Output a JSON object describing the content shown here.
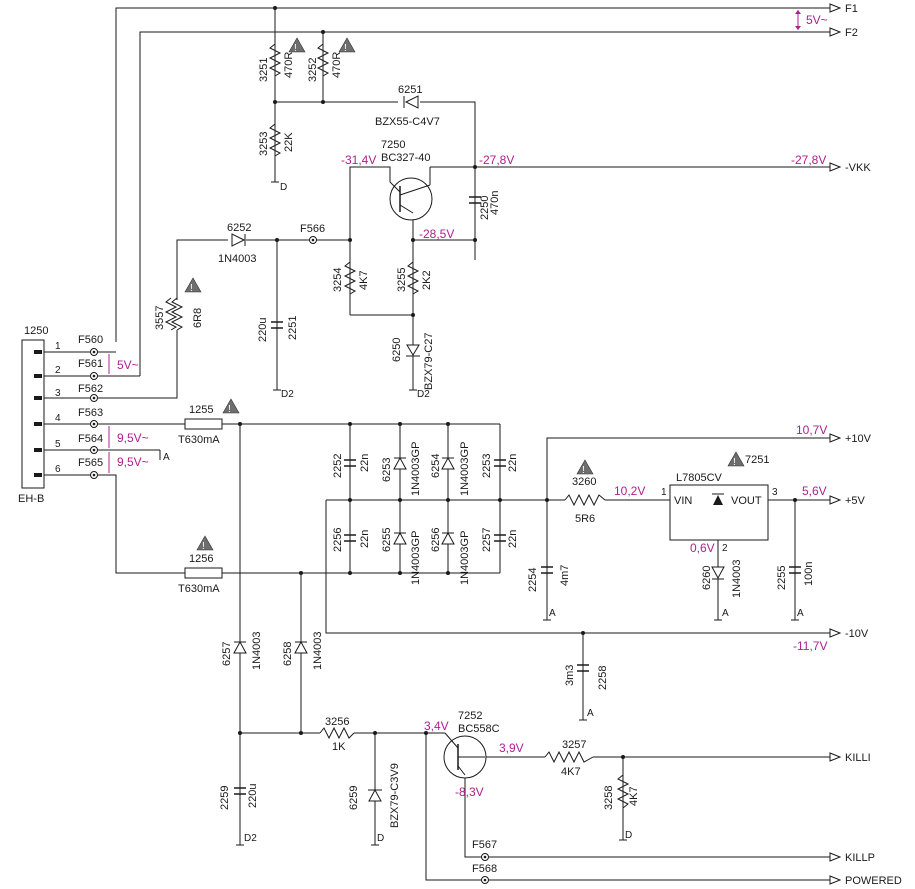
{
  "connector": {
    "ref": "1250",
    "type": "EH-B",
    "pins": [
      "1",
      "2",
      "3",
      "4",
      "5",
      "6"
    ]
  },
  "nets": {
    "f1": "F1",
    "f2": "F2",
    "vkk": "-VKK",
    "p10": "+10V",
    "p5": "+5V",
    "m10": "-10V",
    "killi": "KILLI",
    "killp": "KILLP",
    "powered": "POWERED"
  },
  "testpoints": [
    "F560",
    "F561",
    "F562",
    "F563",
    "F564",
    "F565",
    "F566",
    "F567",
    "F568"
  ],
  "voltages": {
    "v5ac": "5V~",
    "v5ac_b": "5V~",
    "v95a": "9,5V~",
    "v95b": "9,5V~",
    "m314": "-31,4V",
    "m278a": "-27,8V",
    "m278b": "-27,8V",
    "m285": "-28,5V",
    "p107": "10,7V",
    "p102": "10,2V",
    "p56": "5,6V",
    "p06": "0,6V",
    "m117": "-11,7V",
    "p34": "3,4V",
    "p39": "3,9V",
    "m83": "-8,3V"
  },
  "grounds": {
    "d": "D",
    "d2": "D2",
    "a": "A"
  },
  "components": {
    "r3251": {
      "ref": "3251",
      "val": "470R"
    },
    "r3252": {
      "ref": "3252",
      "val": "470R"
    },
    "r3253": {
      "ref": "3253",
      "val": "22K"
    },
    "d6251": {
      "ref": "6251",
      "val": "BZX55-C4V7"
    },
    "q7250": {
      "ref": "7250",
      "val": "BC327-40"
    },
    "c2250": {
      "ref": "2250",
      "val": "470n"
    },
    "d6252": {
      "ref": "6252",
      "val": "1N4003"
    },
    "r3557": {
      "ref": "3557",
      "val": "6R8"
    },
    "c2251": {
      "ref": "2251",
      "val": "220u"
    },
    "r3254": {
      "ref": "3254",
      "val": "4K7"
    },
    "r3255": {
      "ref": "3255",
      "val": "2K2"
    },
    "d6250": {
      "ref": "6250",
      "val": "BZX79-C27"
    },
    "f1255": {
      "ref": "1255",
      "val": "T630mA"
    },
    "f1256": {
      "ref": "1256",
      "val": "T630mA"
    },
    "c2252": {
      "ref": "2252",
      "val": "22n"
    },
    "d6253": {
      "ref": "6253",
      "val": "1N4003GP"
    },
    "d6254": {
      "ref": "6254",
      "val": "1N4003GP"
    },
    "c2253": {
      "ref": "2253",
      "val": "22n"
    },
    "c2256": {
      "ref": "2256",
      "val": "22n"
    },
    "d6255": {
      "ref": "6255",
      "val": "1N4003GP"
    },
    "d6256": {
      "ref": "6256",
      "val": "1N4003GP"
    },
    "c2257": {
      "ref": "2257",
      "val": "22n"
    },
    "r3260": {
      "ref": "3260",
      "val": "5R6"
    },
    "c2254": {
      "ref": "2254",
      "val": "4m7"
    },
    "u7251": {
      "ref": "7251",
      "val": "L7805CV",
      "vin": "VIN",
      "vout": "VOUT",
      "p1": "1",
      "p2": "2",
      "p3": "3"
    },
    "d6260": {
      "ref": "6260",
      "val": "1N4003"
    },
    "c2255": {
      "ref": "2255",
      "val": "100n"
    },
    "c2258": {
      "ref": "2258",
      "val": "3m3"
    },
    "d6257": {
      "ref": "6257",
      "val": "1N4003"
    },
    "d6258": {
      "ref": "6258",
      "val": "1N4003"
    },
    "r3256": {
      "ref": "3256",
      "val": "1K"
    },
    "d6259": {
      "ref": "6259",
      "val": "BZX79-C3V9"
    },
    "q7252": {
      "ref": "7252",
      "val": "BC558C"
    },
    "r3257": {
      "ref": "3257",
      "val": "4K7"
    },
    "r3258": {
      "ref": "3258",
      "val": "4K7"
    },
    "c2259": {
      "ref": "2259",
      "val": "220u"
    }
  },
  "warning_mark": "!"
}
